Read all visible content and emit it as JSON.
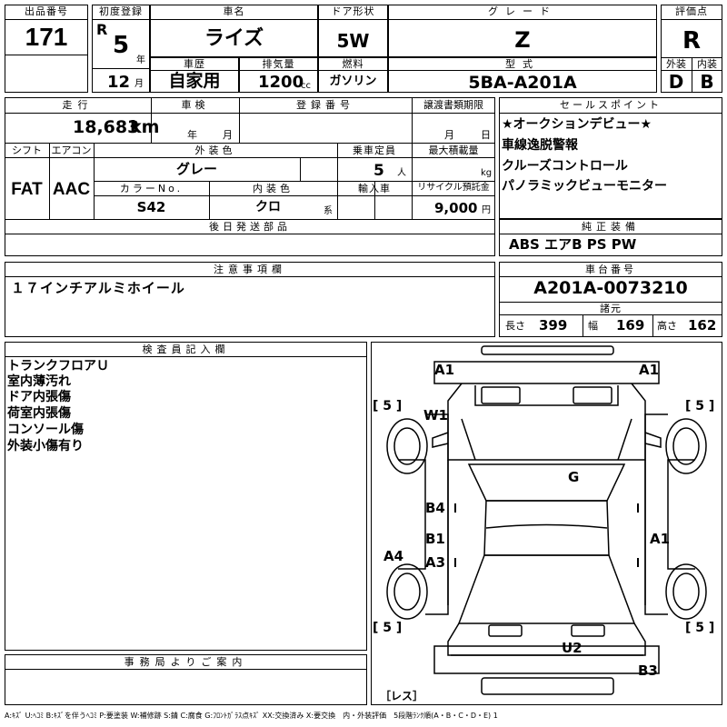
{
  "header": {
    "lot_label": "出品番号",
    "lot_no": "171",
    "first_reg_label": "初度登録",
    "era_mark": "R",
    "reg_year": "5",
    "year_unit": "年",
    "reg_month": "12",
    "month_unit": "月",
    "name_label": "車名",
    "car_name": "ライズ",
    "history_label": "車歴",
    "history": "自家用",
    "displacement_label": "排気量",
    "displacement": "1200",
    "cc_unit": "cc",
    "door_label": "ドア形状",
    "door": "5W",
    "fuel_label": "燃料",
    "fuel": "ガソリン",
    "grade_label": "グレード",
    "grade": "Z",
    "model_label": "型式",
    "model": "5BA-A201A",
    "score_label": "評価点",
    "score": "R",
    "ext_label": "外装",
    "int_label": "内装",
    "ext_grade": "D",
    "int_grade": "B"
  },
  "row2": {
    "mileage_label": "走行",
    "mileage": "18,683",
    "km_unit": "km",
    "inspection_label": "車検",
    "insp_year_unit": "年",
    "insp_month_unit": "月",
    "reg_no_label": "登録番号",
    "transfer_label": "譲渡書類期限",
    "transfer_month_unit": "月",
    "transfer_day_unit": "日",
    "shift_label": "シフト",
    "shift": "FAT",
    "ac_label": "エアコン",
    "ac": "AAC",
    "ext_color_label": "外装色",
    "ext_color": "グレー",
    "capacity_label": "乗車定員",
    "capacity": "5",
    "person_unit": "人",
    "load_label": "最大積載量",
    "load_unit": "kg",
    "color_no_label": "カラーNo.",
    "color_no": "S42",
    "int_color_label": "内装色",
    "int_color": "クロ",
    "int_color_unit": "系",
    "import_label": "輸入車",
    "recycle_label": "リサイクル預託金",
    "recycle": "9,000",
    "yen_unit": "円"
  },
  "sales_points": {
    "label": "セールスポイント",
    "items": [
      "★オークションデビュー★",
      "車線逸脱警報",
      "クルーズコントロール",
      "パノラミックビューモニター"
    ]
  },
  "later_parts_label": "後日発送部品",
  "equipment": {
    "label": "純正装備",
    "value": "ABS エアB PS PW"
  },
  "notes": {
    "label": "注意事項欄",
    "text": "１７インチアルミホイール"
  },
  "chassis": {
    "label": "車台番号",
    "value": "A201A-0073210"
  },
  "dims": {
    "label": "諸元",
    "length_label": "長さ",
    "length": "399",
    "width_label": "幅",
    "width": "169",
    "height_label": "高さ",
    "height": "162"
  },
  "inspector": {
    "label": "検査員記入欄",
    "lines": [
      "トランクフロアＵ",
      "室内薄汚れ",
      "ドア内張傷",
      "荷室内張傷",
      "コンソール傷",
      "外装小傷有り"
    ]
  },
  "office": {
    "label": "事務局よりご案内"
  },
  "diagram": {
    "tags": [
      "A1",
      "A1",
      "W1",
      "G",
      "B4",
      "B1",
      "A3",
      "A1",
      "A4",
      "U2",
      "B3"
    ],
    "tire_marks": [
      "[ 5 ]",
      "[ 5 ]",
      "[ 5 ]",
      "[ 5 ]"
    ],
    "tire_mark_bottom_left": "[ 5 ]",
    "spare_label": "［レス］"
  },
  "legend": "A:ｷｽﾞ U:ﾍｺﾐ B:ｷｽﾞを伴うﾍｺﾐ P:要塗装 W:補修跡 S:錆 C:腐食 G:ﾌﾛﾝﾄｶﾞﾗｽ点ｷｽﾞ XX:交換済み X:要交換　内・外装評価　5段階ﾗﾝｸ順(A・B・C・D・E) 1"
}
